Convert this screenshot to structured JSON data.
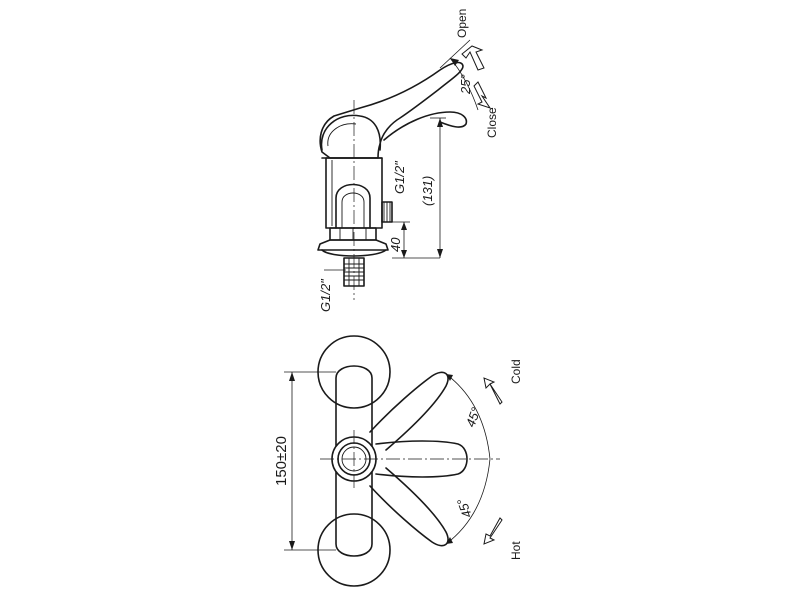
{
  "side_view": {
    "open_label": "Open",
    "close_label": "Close",
    "angle_label": "25°",
    "thread_right_label": "G1/2\"",
    "height_label": "(131)",
    "base_height_label": "40",
    "thread_bottom_label": "G1/2\""
  },
  "top_view": {
    "cold_label": "Cold",
    "hot_label": "Hot",
    "angle_cold_label": "45°",
    "angle_hot_label": "45°",
    "width_label": "150±20"
  }
}
